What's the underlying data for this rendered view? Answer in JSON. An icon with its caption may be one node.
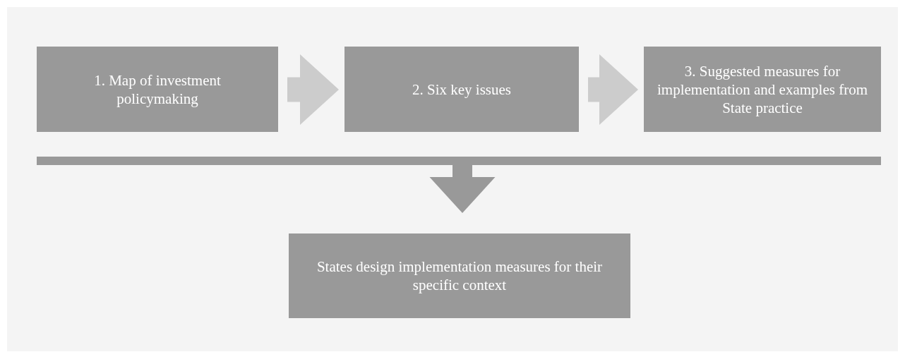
{
  "diagram": {
    "nodes": [
      {
        "text": [
          "1. Map of investment policymaking"
        ]
      },
      {
        "text": [
          "2. Six key issues"
        ]
      },
      {
        "text": [
          "3. Suggested measures for implementation and examples from State practice"
        ]
      },
      {
        "text": [],
        "shape": "bar"
      },
      {
        "text": [
          "States design implementation measures for their specific context"
        ]
      }
    ],
    "edges": [
      {
        "from": 0,
        "to": 1,
        "arrow": "to",
        "style": "thick"
      },
      {
        "from": 1,
        "to": 2,
        "arrow": "to",
        "style": "thick"
      },
      {
        "from": 3,
        "to": 4,
        "arrow": "to",
        "style": "thick",
        "color": "#999999"
      }
    ]
  }
}
